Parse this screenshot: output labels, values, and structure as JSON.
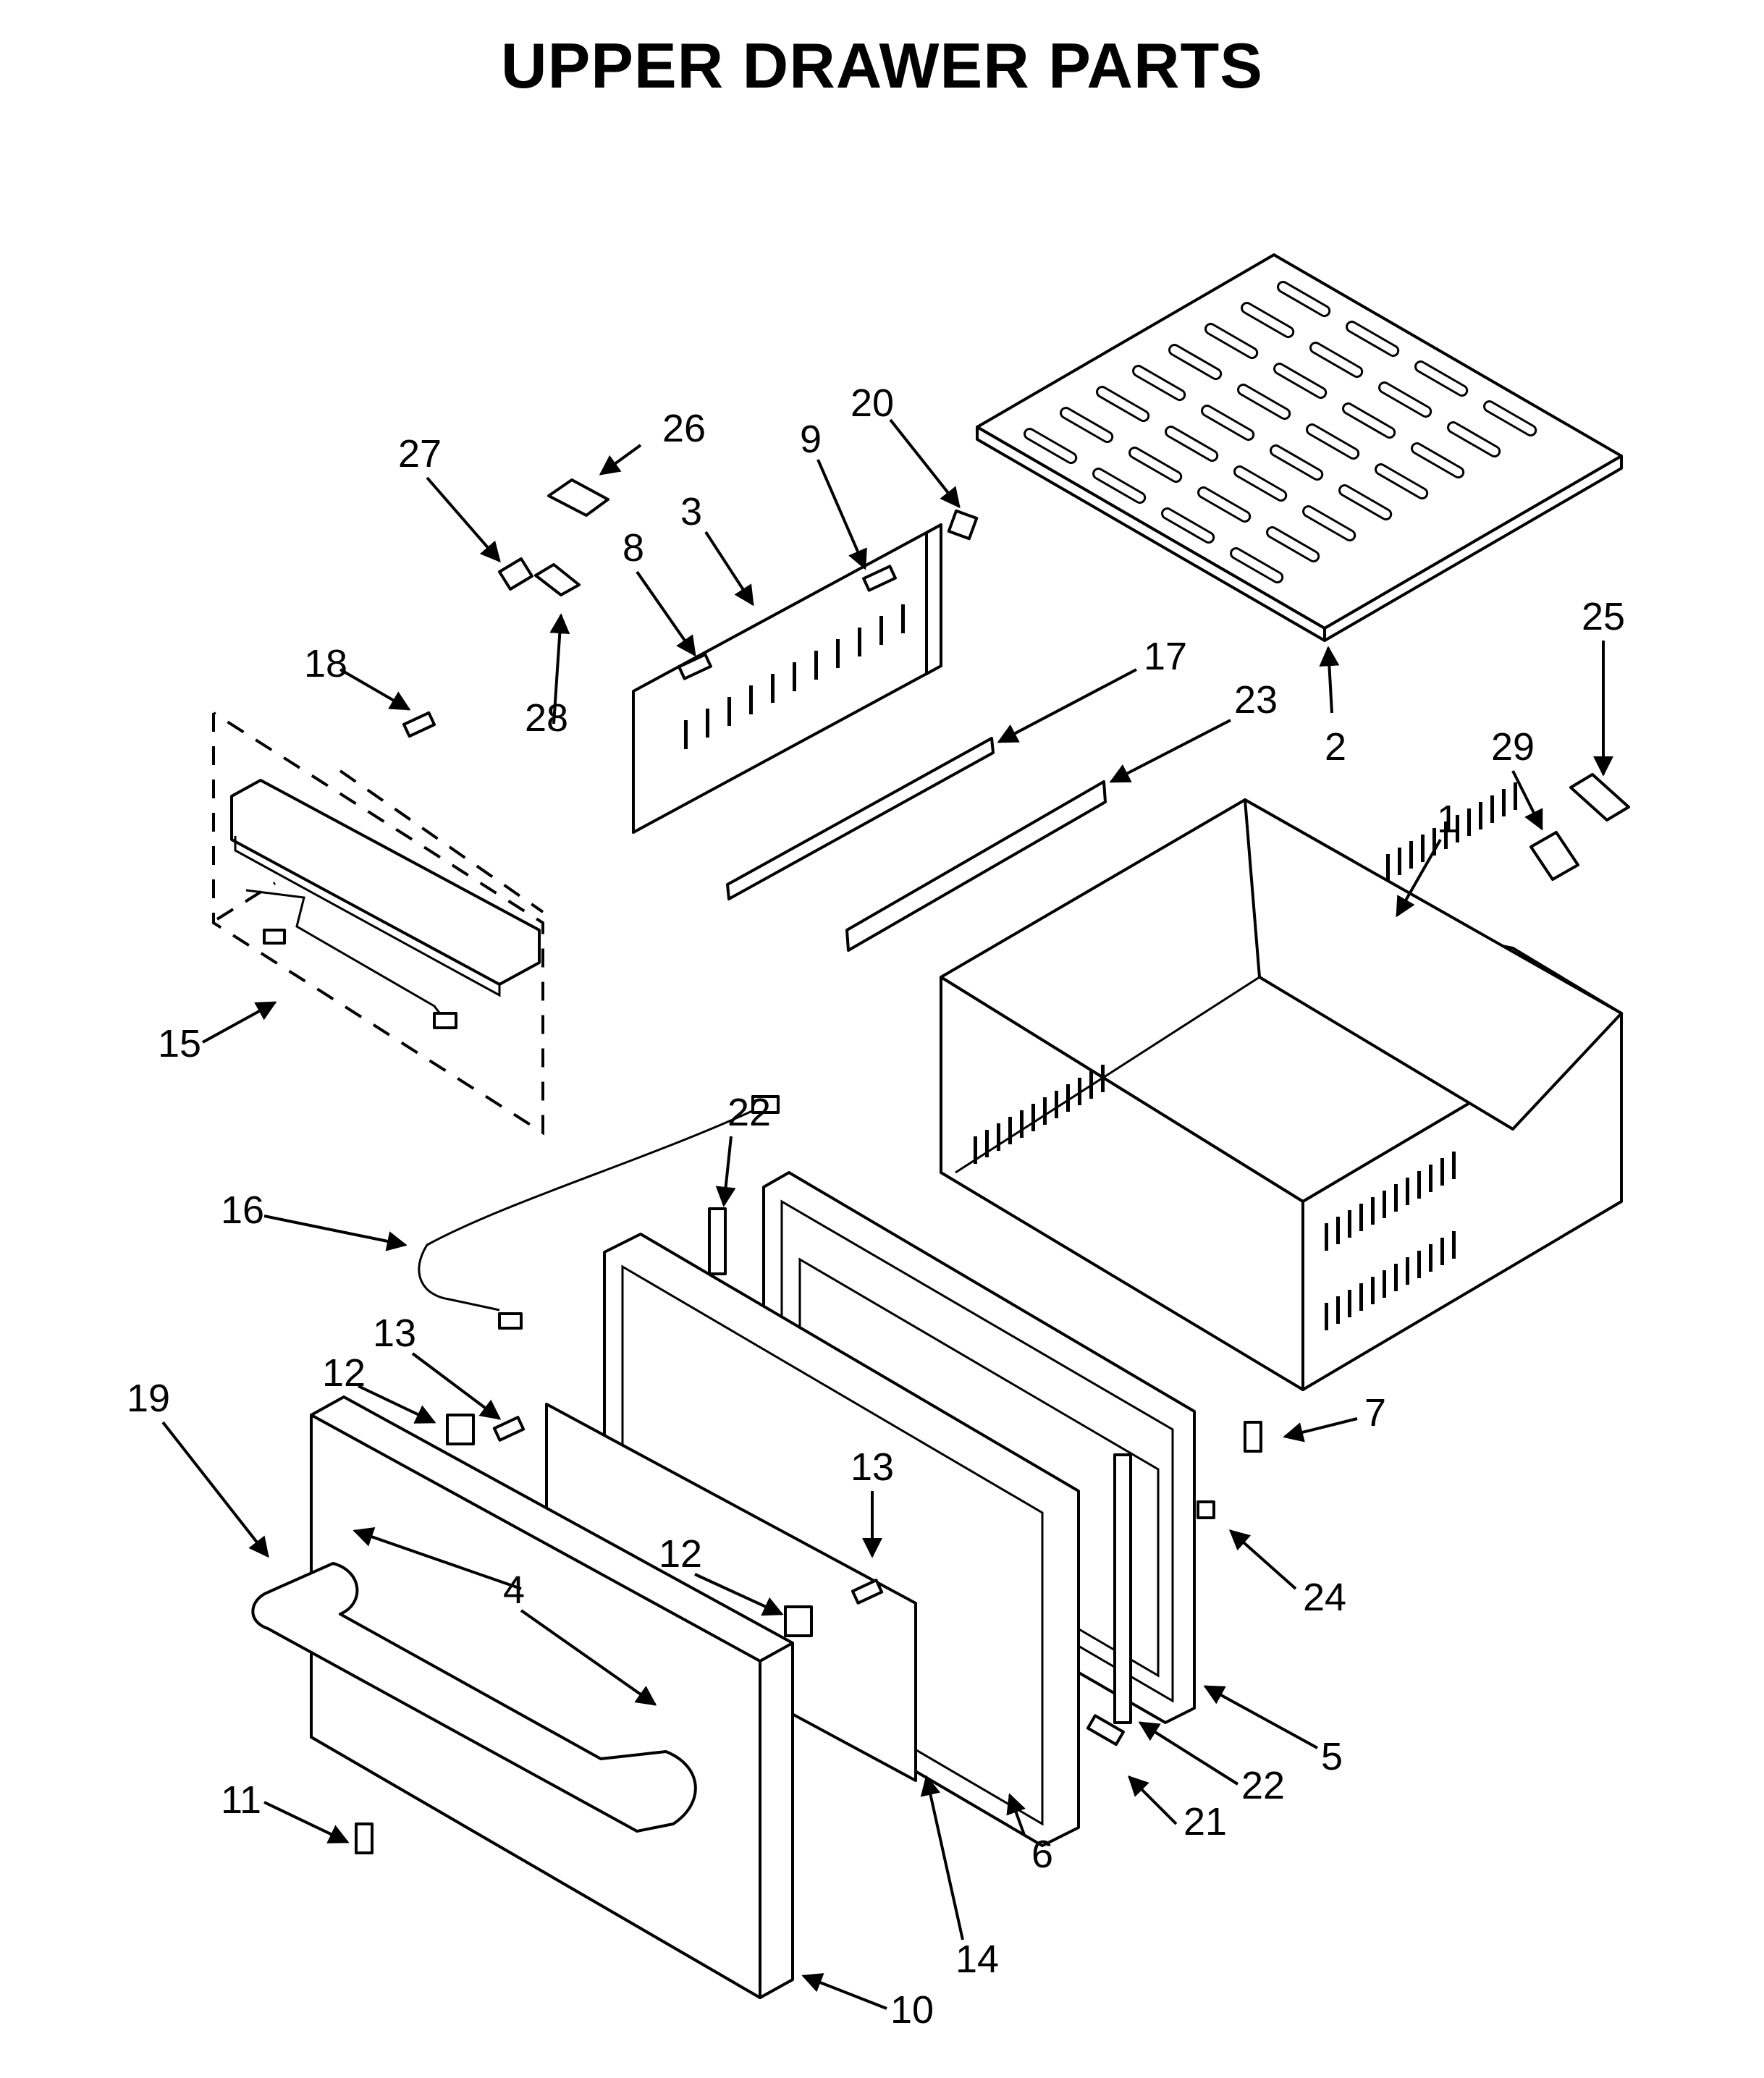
{
  "title": "UPPER DRAWER PARTS",
  "callouts": [
    "1",
    "2",
    "3",
    "4",
    "5",
    "6",
    "7",
    "8",
    "9",
    "10",
    "11",
    "12",
    "12",
    "13",
    "13",
    "14",
    "15",
    "16",
    "17",
    "18",
    "19",
    "20",
    "21",
    "22",
    "22",
    "23",
    "24",
    "25",
    "26",
    "27",
    "28",
    "29"
  ]
}
